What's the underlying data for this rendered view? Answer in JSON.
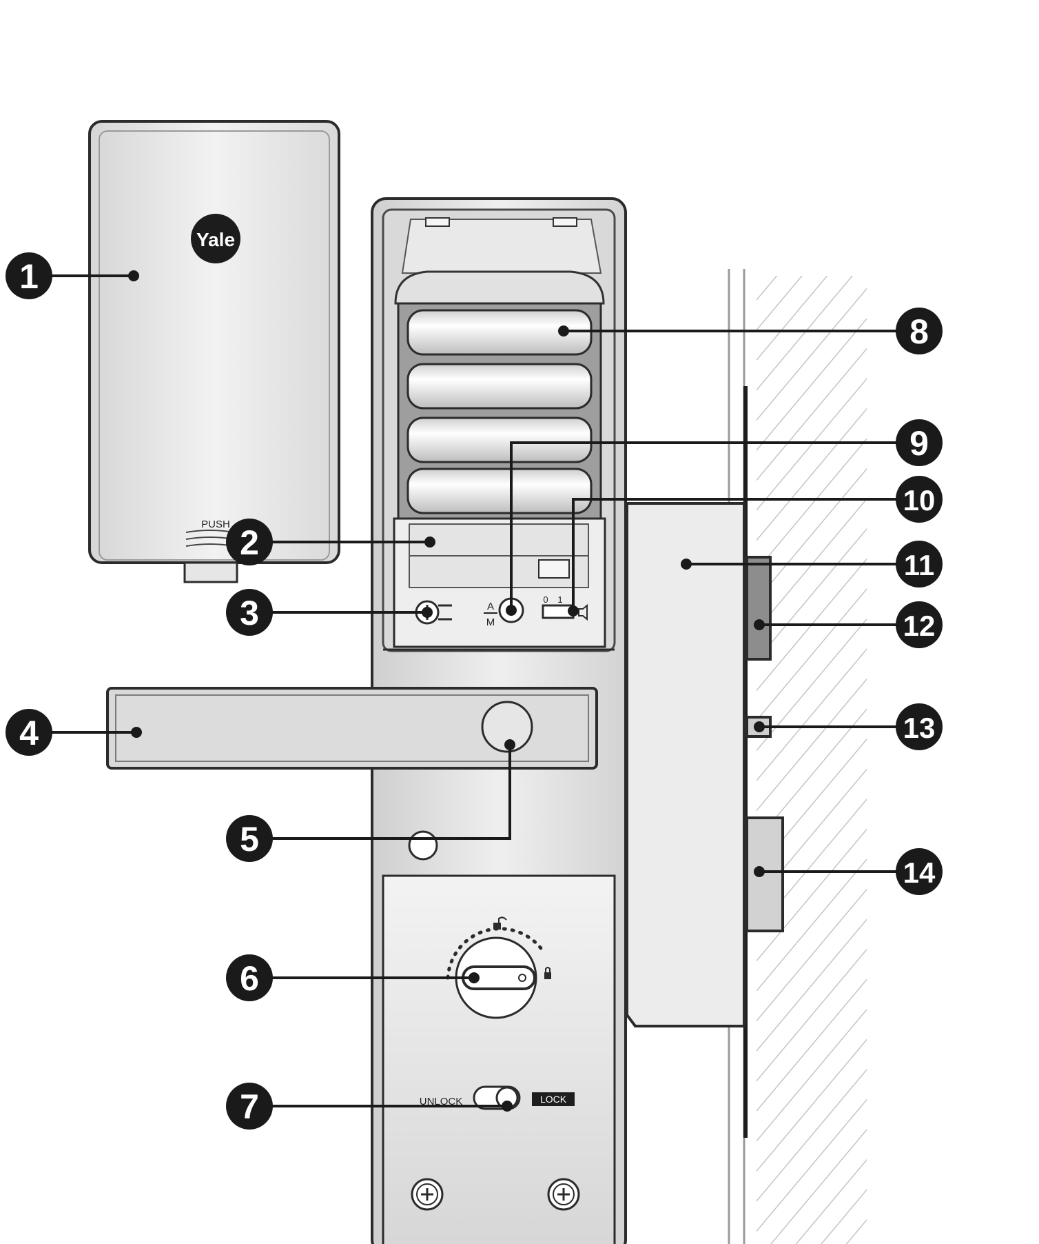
{
  "diagram": {
    "brand_logo": "Yale",
    "cover_push_label": "PUSH",
    "mode_switch": {
      "top": "A",
      "bottom": "M"
    },
    "volume_switch": {
      "left": "0",
      "right": "1"
    },
    "lock_switch": {
      "unlock_label": "UNLOCK",
      "lock_label": "LOCK"
    },
    "callouts": [
      "1",
      "2",
      "3",
      "4",
      "5",
      "6",
      "7",
      "8",
      "9",
      "10",
      "11",
      "12",
      "13",
      "14"
    ],
    "icons": [
      "battery-icon",
      "speaker-icon",
      "unlocked-padlock-icon",
      "locked-padlock-icon",
      "screw-icon",
      "key-cylinder-icon"
    ],
    "colors": {
      "outline": "#2b2b2b",
      "callout_fill": "#1a1a1a",
      "panel_fill": "#e6e6e6",
      "wall_hatch": "#bdbdbd"
    }
  }
}
